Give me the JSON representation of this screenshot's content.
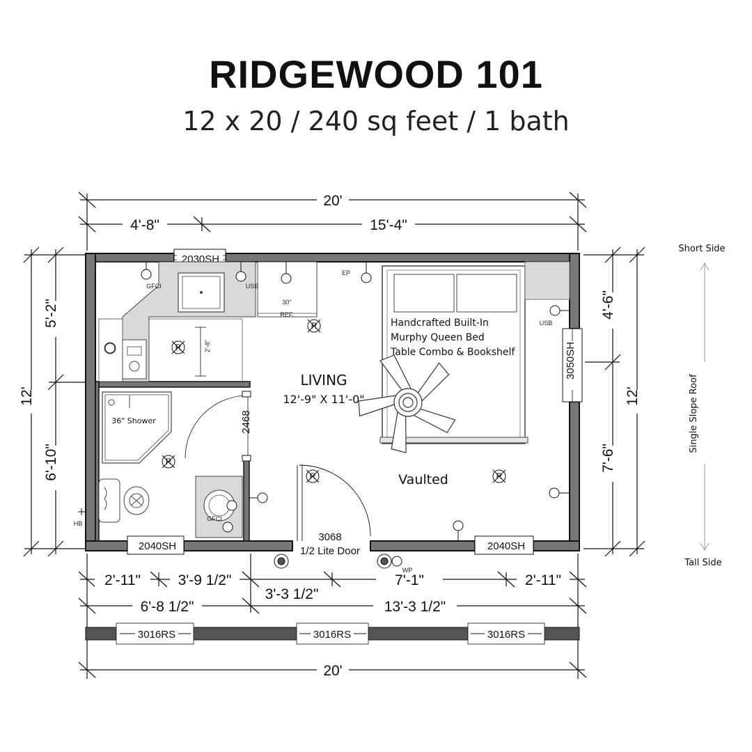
{
  "header": {
    "title": "RIDGEWOOD 101",
    "subtitle": "12 x 20 / 240 sq feet / 1 bath"
  },
  "dimensions": {
    "top_total": "20'",
    "top_left": "4'-8\"",
    "top_right": "15'-4\"",
    "left_total": "12'",
    "left_top": "5'-2\"",
    "left_bottom": "6'-10\"",
    "right_total": "12'",
    "right_top": "4'-6\"",
    "right_bottom": "7'-6\"",
    "bottom_row1": [
      "2'-11\"",
      "3'-9 1/2\"",
      "3'-3 1/2\"",
      "7'-1\"",
      "2'-11\""
    ],
    "bottom_row2": [
      "6'-8 1/2\"",
      "13'-3 1/2\""
    ],
    "bottom_total": "20'"
  },
  "windows": {
    "top": "2030SH",
    "right": "3050SH",
    "bottom_left": "2040SH",
    "bottom_right": "2040SH",
    "rear": [
      "3016RS",
      "3016RS",
      "3016RS"
    ]
  },
  "rooms": {
    "living_name": "LIVING",
    "living_size": "12'-9\" X 11'-0\"",
    "vaulted": "Vaulted",
    "bed_lines": [
      "Handcrafted Built-In",
      "Murphy Queen Bed",
      "Table Combo & Bookshelf"
    ],
    "shower": "36\" Shower",
    "fridge_size": "30\"",
    "fridge_label": "REF.",
    "bath_door": "2468",
    "hall_width": "2'-8\"",
    "door_code": "3068",
    "door_desc": "1/2 Lite Door"
  },
  "symbols": {
    "gfci": "GFCI",
    "usb": "USB",
    "ep": "EP",
    "hb": "HB",
    "wp": "WP",
    "recessed": "R"
  },
  "roof": {
    "short_side": "Short Side",
    "label": "Single Slope Roof",
    "tall_side": "Tall Side"
  }
}
